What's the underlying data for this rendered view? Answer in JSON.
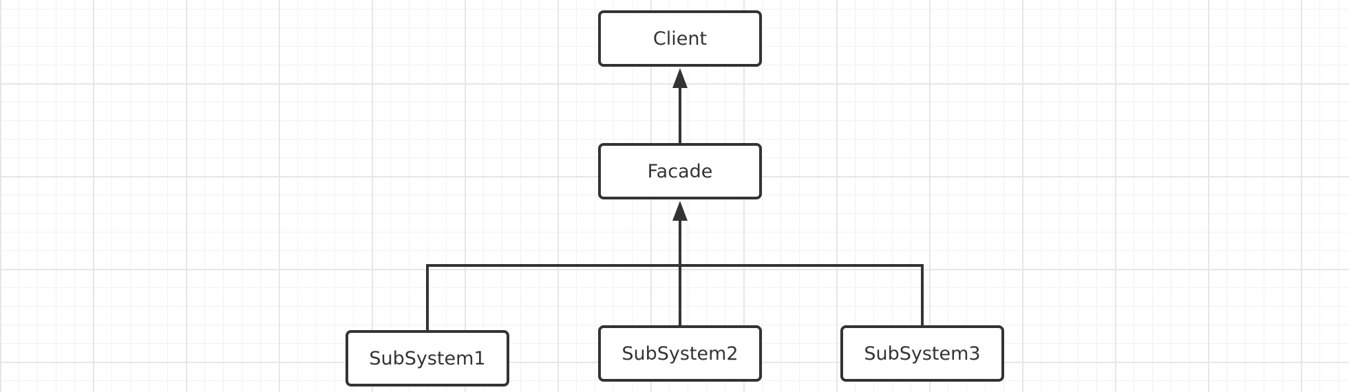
{
  "diagram": {
    "nodes": [
      {
        "id": "client",
        "label": "Client"
      },
      {
        "id": "facade",
        "label": "Facade"
      },
      {
        "id": "subsystem1",
        "label": "SubSystem1"
      },
      {
        "id": "subsystem2",
        "label": "SubSystem2"
      },
      {
        "id": "subsystem3",
        "label": "SubSystem3"
      }
    ],
    "edges": [
      {
        "from": "facade",
        "to": "client"
      },
      {
        "from": "subsystem1",
        "to": "facade"
      },
      {
        "from": "subsystem2",
        "to": "facade"
      },
      {
        "from": "subsystem3",
        "to": "facade"
      }
    ],
    "colors": {
      "line": "#333333",
      "node_fill": "#ffffff",
      "grid_major": "#e6e6e6",
      "grid_minor": "#f1f1f1"
    }
  }
}
